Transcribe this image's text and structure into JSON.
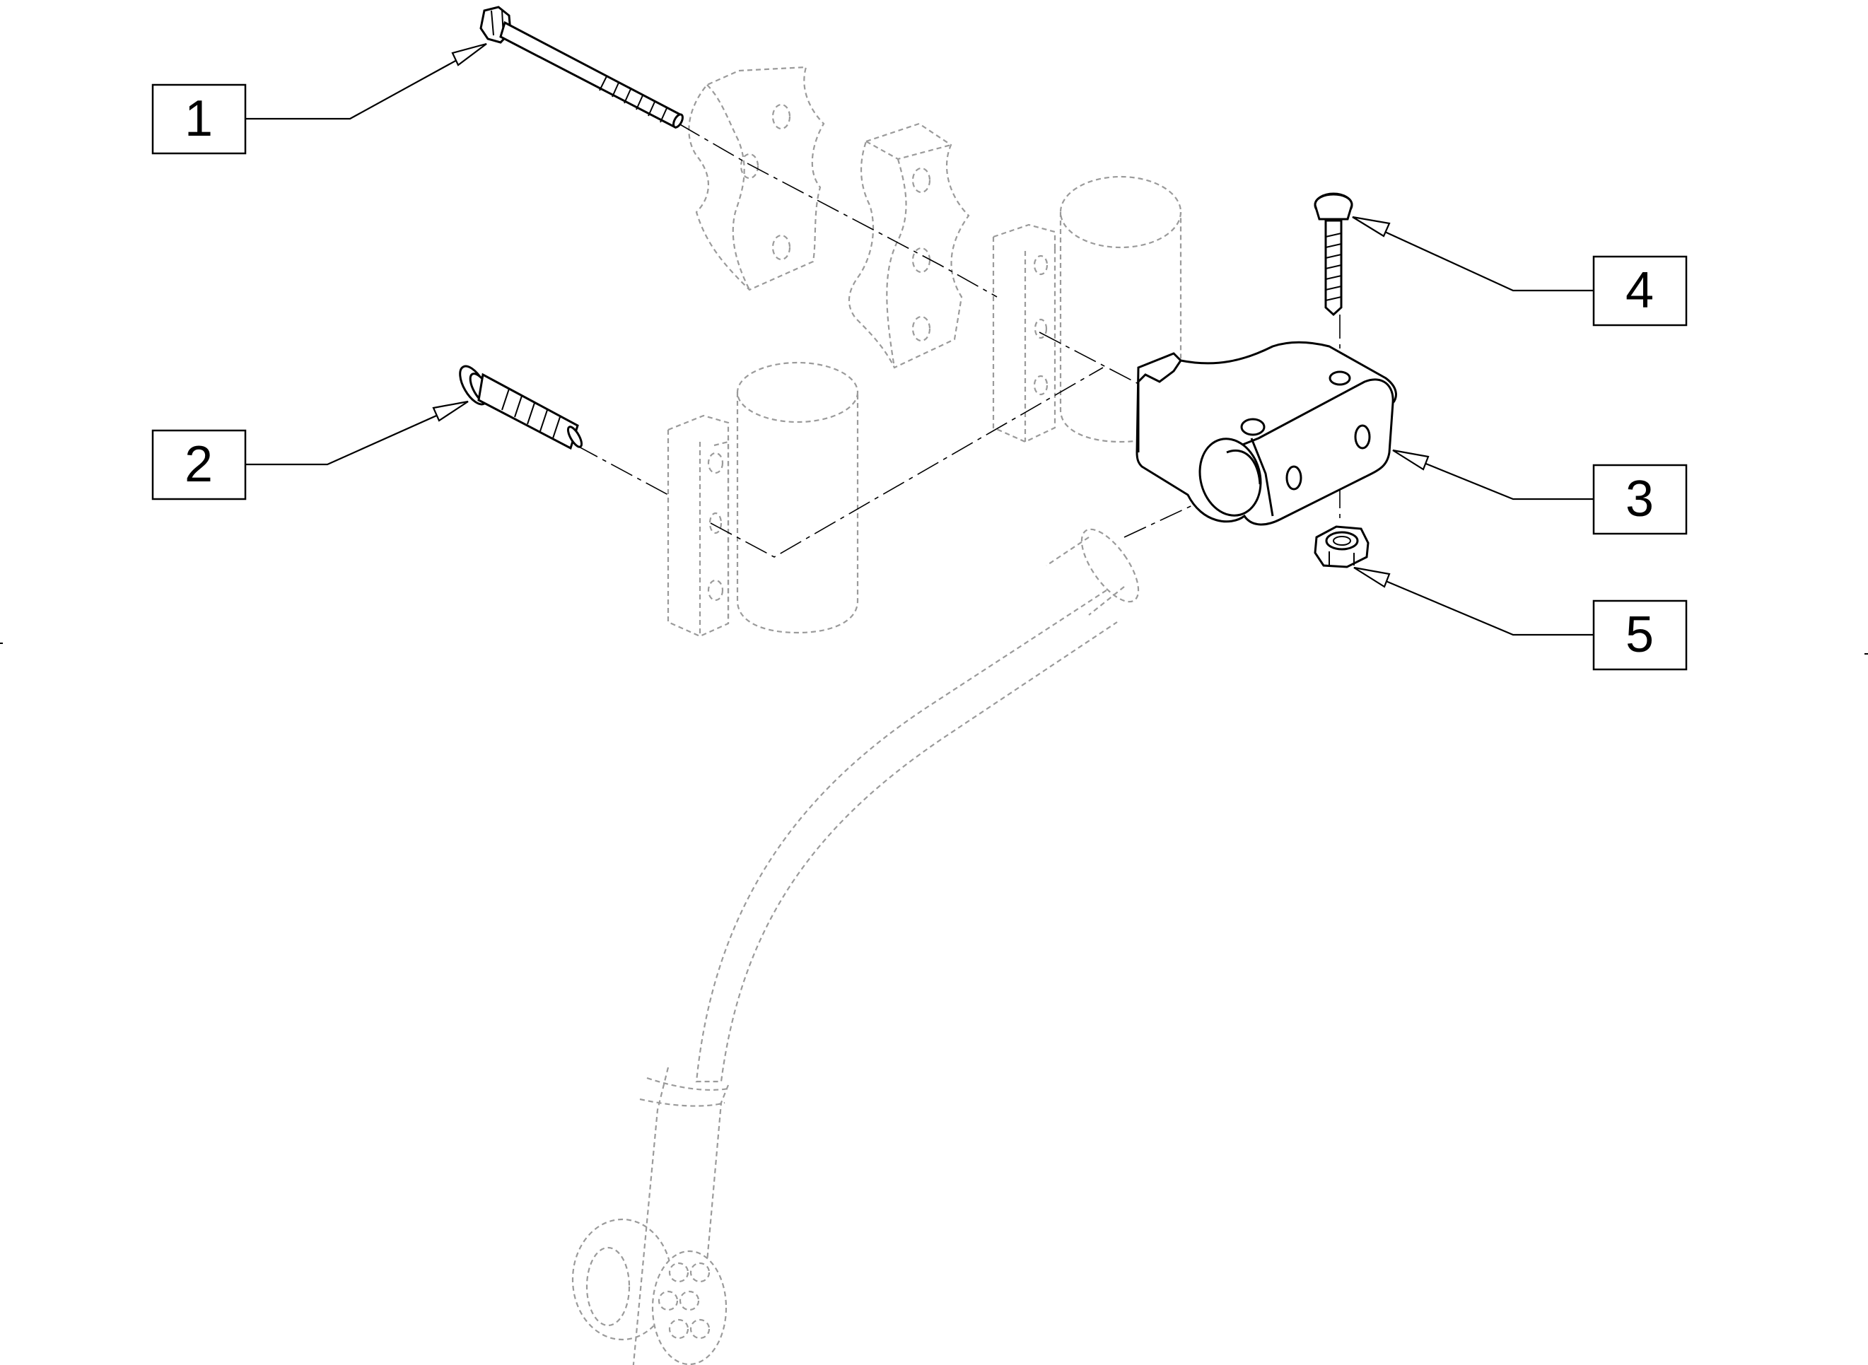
{
  "callouts": [
    {
      "id": "1",
      "label": "1",
      "part": "hex-bolt"
    },
    {
      "id": "2",
      "label": "2",
      "part": "button-head-bolt"
    },
    {
      "id": "3",
      "label": "3",
      "part": "mounting-clamp"
    },
    {
      "id": "4",
      "label": "4",
      "part": "button-head-screw"
    },
    {
      "id": "5",
      "label": "5",
      "part": "lock-nut"
    }
  ],
  "colors": {
    "line": "#000000",
    "ghost": "#9a9a9a",
    "background": "#ffffff"
  }
}
